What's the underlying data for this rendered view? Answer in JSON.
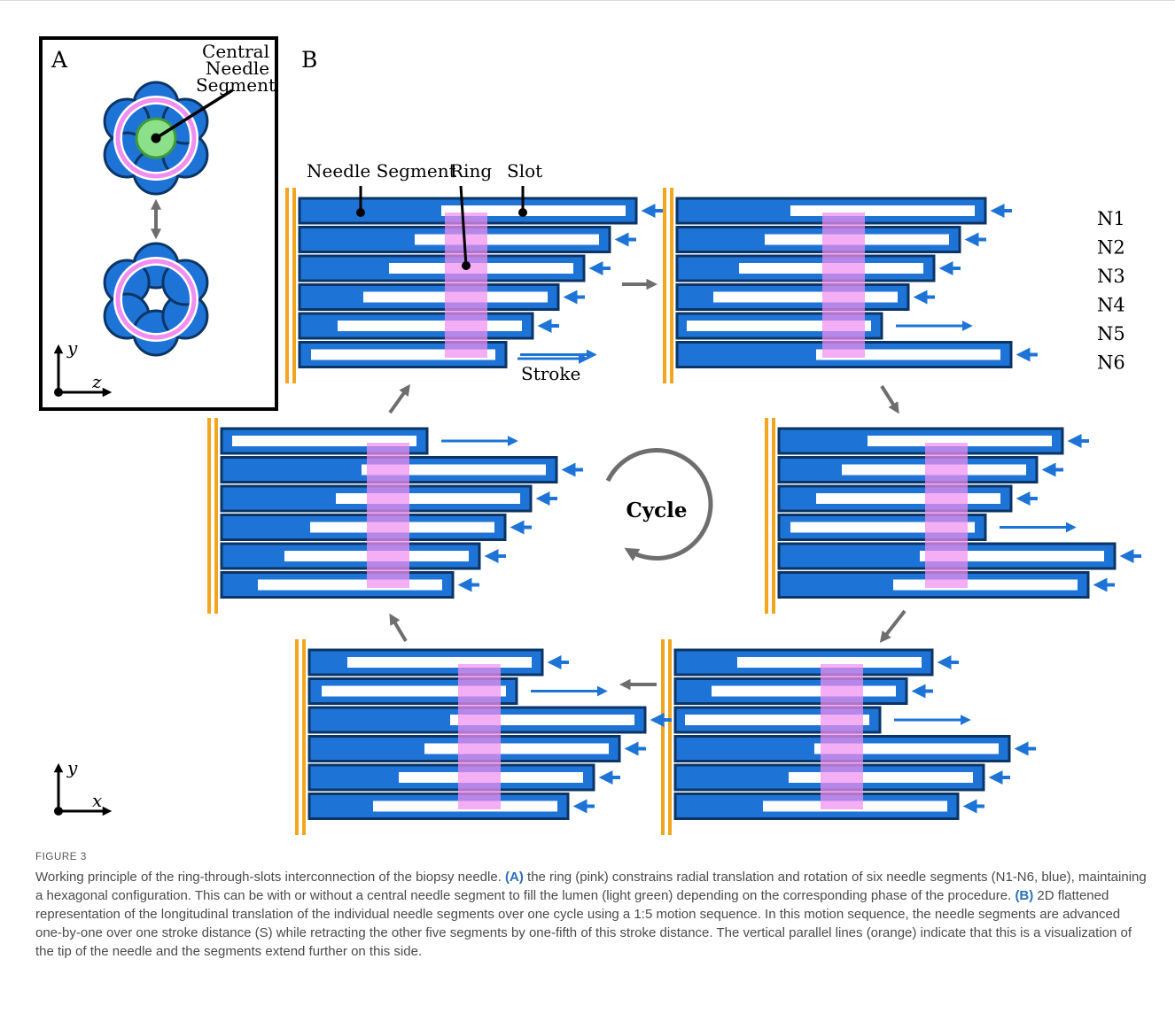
{
  "figure": {
    "panel_a": {
      "label": "A",
      "callout": [
        "Central",
        "Needle",
        "Segment"
      ],
      "axis_y": "y",
      "axis_z": "z"
    },
    "panel_b": {
      "label": "B",
      "labels": {
        "needle_segment": "Needle Segment",
        "ring": "Ring",
        "slot": "Slot"
      },
      "stroke_label": "Stroke",
      "cycle_label": "Cycle",
      "segment_names": [
        "N1",
        "N2",
        "N3",
        "N4",
        "N5",
        "N6"
      ],
      "axis_y": "y",
      "axis_x": "x"
    },
    "colors": {
      "needle_blue": "#1e74d6",
      "needle_outline": "#0b3566",
      "ring_pink": "#f08ff0",
      "tip_orange": "#f2a51e",
      "arrow_gray": "#6e6e6e",
      "central_green": "#8ce08a"
    }
  },
  "caption": {
    "label": "FIGURE 3",
    "t1": "Working principle of the ring-through-slots interconnection of the biopsy needle. ",
    "b1": "(A)",
    "t2": " the ring (pink) constrains radial translation and rotation of six needle segments (N1-N6, blue), maintaining a hexagonal configuration. This can be with or without a central needle segment to fill the lumen (light green) depending on the corresponding phase of the procedure. ",
    "b2": "(B)",
    "t3": " 2D flattened representation of the longitudinal translation of the individual needle segments over one cycle using a 1:5 motion sequence. In this motion sequence, the needle segments are advanced one-by-one over one stroke distance (S) while retracting the other five segments by one-fifth of this stroke distance. The vertical parallel lines (orange) indicate that this is a visualization of the tip of the needle and the segments extend further on this side."
  }
}
